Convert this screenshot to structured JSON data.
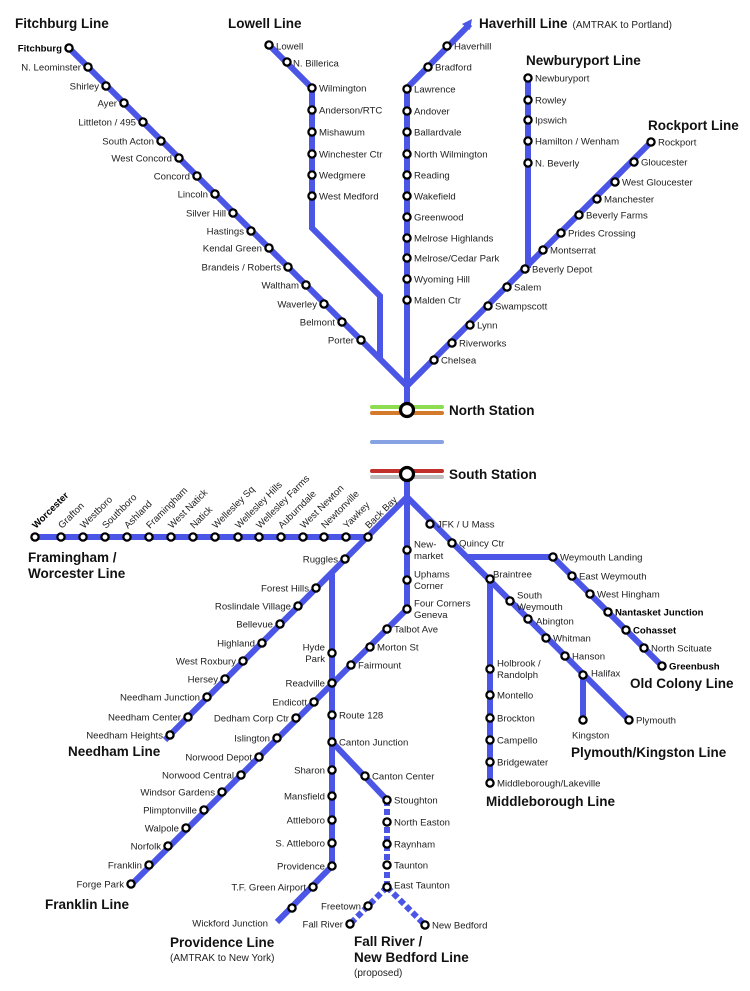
{
  "colors": {
    "line": "#4b55e6",
    "green": "#8edc4f",
    "orange": "#d47a2c",
    "lightblue": "#86a2e2",
    "red": "#c2302b",
    "grey": "#bdbdbd"
  },
  "hubs": {
    "north": "North Station",
    "south": "South Station"
  },
  "bold_stations": [
    "Fitchburg",
    "Worcester",
    "Nantasket Junction",
    "Cohasset",
    "Greenbush"
  ],
  "lines": {
    "fitchburg": {
      "title": "Fitchburg Line",
      "stations": [
        "Fitchburg",
        "N. Leominster",
        "Shirley",
        "Ayer",
        "Littleton / 495",
        "South Acton",
        "West Concord",
        "Concord",
        "Lincoln",
        "Silver Hill",
        "Hastings",
        "Kendal Green",
        "Brandeis / Roberts",
        "Waltham",
        "Waverley",
        "Belmont",
        "Porter"
      ]
    },
    "lowell": {
      "title": "Lowell Line",
      "stations": [
        "Lowell",
        "N. Billerica",
        "Wilmington",
        "Anderson/RTC",
        "Mishawum",
        "Winchester Ctr",
        "Wedgmere",
        "West Medford"
      ]
    },
    "haverhill": {
      "title": "Haverhill Line",
      "subtitle": "(AMTRAK to Portland)",
      "stations": [
        "Haverhill",
        "Bradford",
        "Lawrence",
        "Andover",
        "Ballardvale",
        "North Wilmington",
        "Reading",
        "Wakefield",
        "Greenwood",
        "Melrose Highlands",
        "Melrose/Cedar Park",
        "Wyoming Hill",
        "Malden Ctr"
      ]
    },
    "newburyport": {
      "title": "Newburyport Line",
      "stations": [
        "Newburyport",
        "Rowley",
        "Ipswich",
        "Hamilton / Wenham",
        "N. Beverly"
      ]
    },
    "rockport": {
      "title": "Rockport Line",
      "stations": [
        "Rockport",
        "Gloucester",
        "West Gloucester",
        "Manchester",
        "Beverly Farms",
        "Prides Crossing",
        "Montserrat",
        "Beverly Depot",
        "Salem",
        "Swampscott",
        "Lynn",
        "Riverworks",
        "Chelsea"
      ]
    },
    "worcester": {
      "title": "Framingham /\nWorcester Line",
      "stations": [
        "Worcester",
        "Grafton",
        "Westboro",
        "Southboro",
        "Ashland",
        "Framingham",
        "West Natick",
        "Natick",
        "Wellesley Sq",
        "Wellesley Hills",
        "Wellesley Farms",
        "Auburndale",
        "West Newton",
        "Newtonville",
        "Yawkey",
        "Back Bay"
      ]
    },
    "needham": {
      "title": "Needham Line",
      "stations": [
        "Ruggles",
        "Forest Hills",
        "Roslindale Village",
        "Bellevue",
        "Highland",
        "West Roxbury",
        "Hersey",
        "Needham Junction",
        "Needham Center",
        "Needham Heights"
      ]
    },
    "providence": {
      "title": "Providence Line",
      "subtitle": "(AMTRAK to New York)",
      "stations": [
        "Hyde\nPark",
        "Readville",
        "Route 128",
        "Canton Junction",
        "Sharon",
        "Mansfield",
        "Attleboro",
        "S. Attleboro",
        "Providence",
        "T.F. Green Airport",
        "Wickford Junction"
      ]
    },
    "franklin": {
      "title": "Franklin Line",
      "stations": [
        "New-\nmarket",
        "Uphams\nCorner",
        "Four Corners\nGeneva",
        "Talbot Ave",
        "Morton St",
        "Fairmount",
        "Endicott",
        "Dedham Corp Ctr",
        "Islington",
        "Norwood Depot",
        "Norwood Central",
        "Windsor Gardens",
        "Plimptonville",
        "Walpole",
        "Norfolk",
        "Franklin",
        "Forge Park"
      ]
    },
    "fallriver": {
      "title": "Fall River /\nNew Bedford Line",
      "subtitle": "(proposed)",
      "stations": [
        "Canton Center",
        "Stoughton",
        "North Easton",
        "Raynham",
        "Taunton",
        "East Taunton",
        "Freetown",
        "Fall River",
        "New Bedford"
      ]
    },
    "oldcolony": {
      "title": "Old Colony Line",
      "stations": [
        "JFK / U Mass",
        "Quincy Ctr",
        "Weymouth Landing",
        "East Weymouth",
        "West Hingham",
        "Nantasket Junction",
        "Cohasset",
        "North Scituate",
        "Greenbush"
      ]
    },
    "plymouth": {
      "title": "Plymouth/Kingston Line",
      "stations": [
        "Braintree",
        "South\nWeymouth",
        "Abington",
        "Whitman",
        "Hanson",
        "Halifax",
        "Kingston",
        "Plymouth"
      ]
    },
    "middleborough": {
      "title": "Middleborough Line",
      "stations": [
        "Holbrook /\nRandolph",
        "Montello",
        "Brockton",
        "Campello",
        "Bridgewater",
        "Middleborough/Lakeville"
      ]
    }
  }
}
